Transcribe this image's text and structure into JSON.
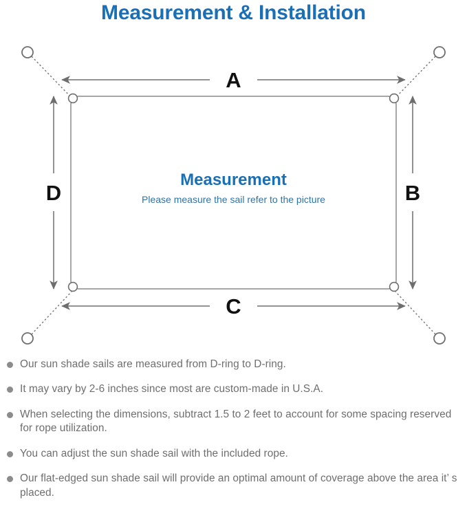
{
  "header": {
    "title": "Measurement & Installation",
    "title_color": "#1a6fb5"
  },
  "diagram": {
    "center_title": "Measurement",
    "center_subtitle": "Please measure the sail refer to the picture",
    "center_title_color": "#1a6fb5",
    "center_subtitle_color": "#2f74a5",
    "sail_outline_color": "#8a8a8a",
    "dimension_line_color": "#6e6e6e",
    "rope_line_color": "#7a7a7a",
    "dimension_label_color": "#111111",
    "labels": {
      "top": "A",
      "right": "B",
      "bottom": "C",
      "left": "D"
    },
    "d_rings": [
      {
        "name": "d-ring-top-left"
      },
      {
        "name": "d-ring-top-right"
      },
      {
        "name": "d-ring-bottom-right"
      },
      {
        "name": "d-ring-bottom-left"
      }
    ],
    "anchor_rings": [
      {
        "name": "anchor-ring-top-left"
      },
      {
        "name": "anchor-ring-top-right"
      },
      {
        "name": "anchor-ring-bottom-right"
      },
      {
        "name": "anchor-ring-bottom-left"
      }
    ]
  },
  "notes": [
    "Our sun shade sails are measured from D-ring to D-ring.",
    "It may vary by 2-6 inches since most are custom-made in U.S.A.",
    "When selecting the dimensions, subtract 1.5 to 2 feet to account for some spacing reserved for rope utilization.",
    "You can adjust the sun shade sail with the included rope.",
    "Our flat-edged sun shade sail will provide an optimal amount of coverage above the area it’ s placed."
  ]
}
